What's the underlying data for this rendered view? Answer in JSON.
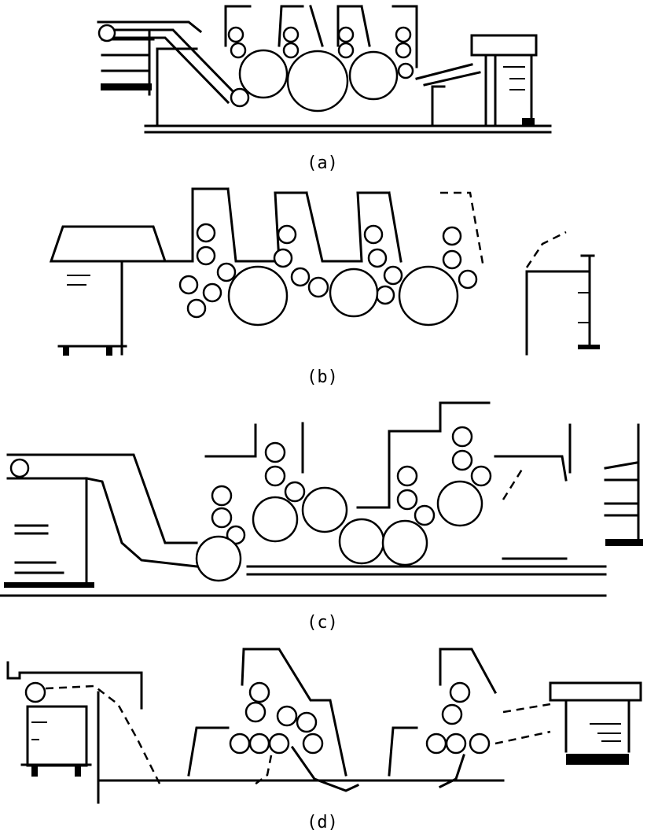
{
  "figure": {
    "panels": [
      {
        "id": "a",
        "caption": "(a)"
      },
      {
        "id": "b",
        "caption": "(b)"
      },
      {
        "id": "c",
        "caption": "(c)"
      },
      {
        "id": "d",
        "caption": "(d)"
      }
    ],
    "colors": {
      "ink": "#000000",
      "paper": "#ffffff"
    }
  }
}
